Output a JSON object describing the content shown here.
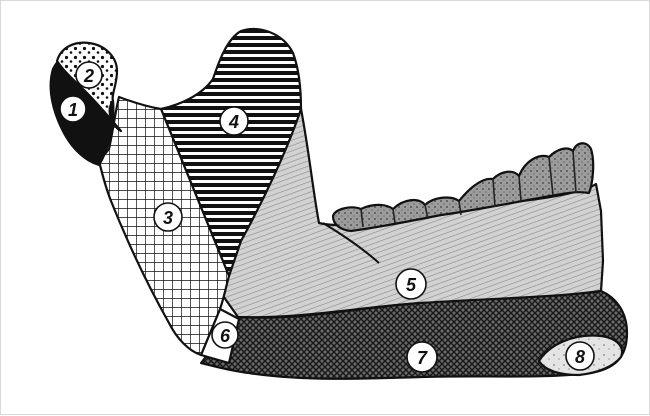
{
  "labels": [
    {
      "id": "label-1",
      "text": "1"
    },
    {
      "id": "label-2",
      "text": "2"
    },
    {
      "id": "label-3",
      "text": "3"
    },
    {
      "id": "label-4",
      "text": "4"
    },
    {
      "id": "label-5",
      "text": "5"
    },
    {
      "id": "label-6",
      "text": "6"
    },
    {
      "id": "label-7",
      "text": "7"
    },
    {
      "id": "label-8",
      "text": "8"
    }
  ],
  "colors": {
    "ink": "#111111",
    "background": "#ffffff",
    "body_fill": "#cfcfcf",
    "teeth_fill": "#9a9a9a",
    "region_8_fill": "#e6e6e6"
  }
}
